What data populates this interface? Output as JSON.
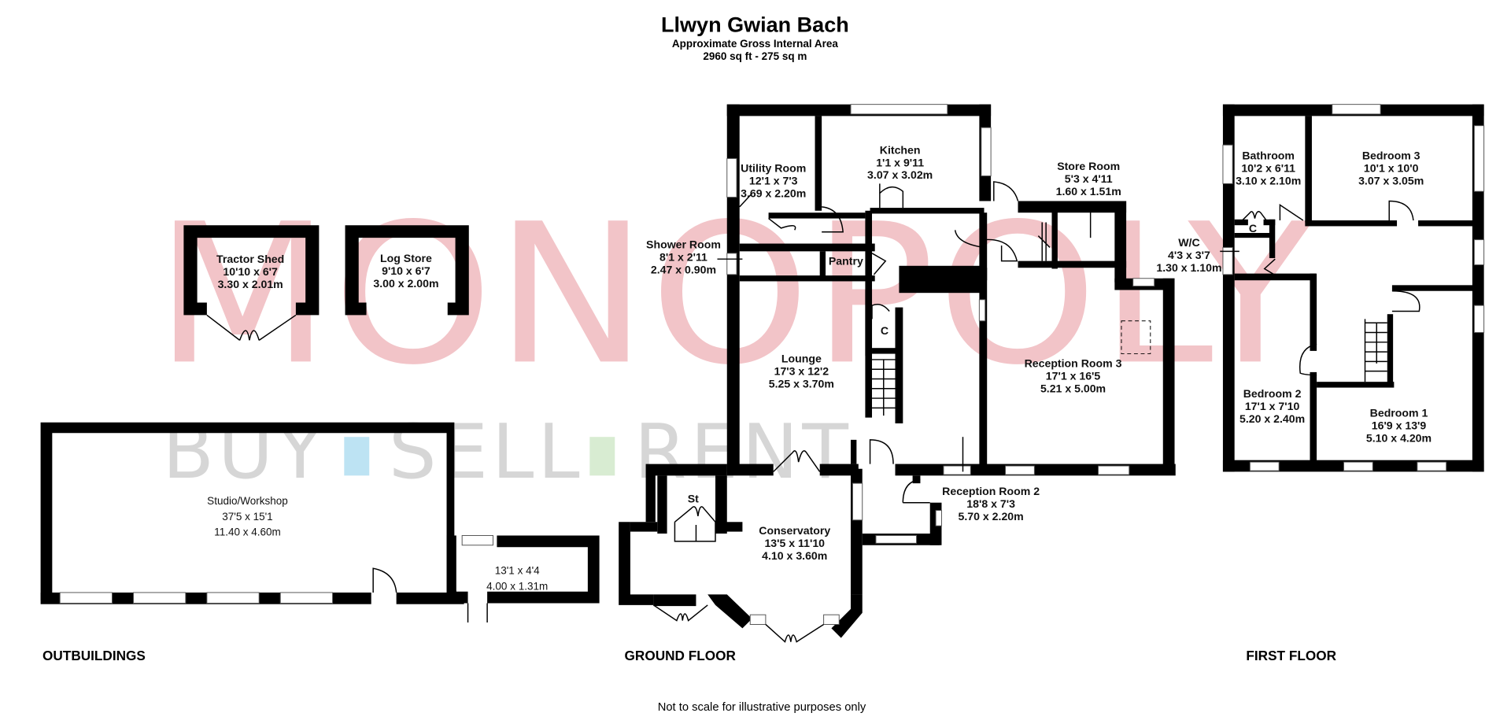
{
  "header": {
    "title": "Llwyn Gwian Bach",
    "subtitle": "Approximate Gross Internal Area",
    "area": "2960 sq ft - 275 sq m"
  },
  "watermark": {
    "brand": "MONOPOLY",
    "tagline_words": [
      "BUY",
      "SELL",
      "RENT"
    ],
    "brand_color": "#f2c4c8",
    "tagline_color": "#d6d6d6",
    "accent_blue": "#bde3f3",
    "accent_green": "#d8ecd2"
  },
  "floors": {
    "outbuildings": {
      "label": "OUTBUILDINGS",
      "rooms": [
        {
          "name": "Tractor Shed",
          "imperial": "10'10 x 6'7",
          "metric": "3.30 x 2.01m"
        },
        {
          "name": "Log Store",
          "imperial": "9'10 x 6'7",
          "metric": "3.00 x 2.00m"
        },
        {
          "name": "Studio/Workshop",
          "imperial": "37'5 x 15'1",
          "metric": "11.40 x 4.60m"
        },
        {
          "name": "",
          "imperial": "13'1 x 4'4",
          "metric": "4.00 x 1.31m"
        }
      ]
    },
    "ground": {
      "label": "GROUND FLOOR",
      "rooms": [
        {
          "name": "Utility Room",
          "imperial": "12'1 x 7'3",
          "metric": "3.69 x 2.20m"
        },
        {
          "name": "Kitchen",
          "imperial": "1'1 x 9'11",
          "metric": "3.07 x 3.02m"
        },
        {
          "name": "Store Room",
          "imperial": "5'3 x 4'11",
          "metric": "1.60 x 1.51m"
        },
        {
          "name": "Shower Room",
          "imperial": "8'1 x 2'11",
          "metric": "2.47 x 0.90m"
        },
        {
          "name": "Pantry"
        },
        {
          "name": "C"
        },
        {
          "name": "Lounge",
          "imperial": "17'3 x 12'2",
          "metric": "5.25 x 3.70m"
        },
        {
          "name": "Reception Room 3",
          "imperial": "17'1 x 16'5",
          "metric": "5.21 x 5.00m"
        },
        {
          "name": "Reception Room 2",
          "imperial": "18'8 x 7'3",
          "metric": "5.70 x 2.20m"
        },
        {
          "name": "St"
        },
        {
          "name": "Conservatory",
          "imperial": "13'5 x 11'10",
          "metric": "4.10 x 3.60m"
        }
      ]
    },
    "first": {
      "label": "FIRST FLOOR",
      "rooms": [
        {
          "name": "Bathroom",
          "imperial": "10'2 x 6'11",
          "metric": "3.10 x 2.10m"
        },
        {
          "name": "Bedroom 3",
          "imperial": "10'1 x 10'0",
          "metric": "3.07 x 3.05m"
        },
        {
          "name": "W/C",
          "imperial": "4'3 x 3'7",
          "metric": "1.30 x 1.10m"
        },
        {
          "name": "C"
        },
        {
          "name": "Bedroom 2",
          "imperial": "17'1 x 7'10",
          "metric": "5.20 x 2.40m"
        },
        {
          "name": "Bedroom 1",
          "imperial": "16'9 x 13'9",
          "metric": "5.10 x 4.20m"
        }
      ]
    }
  },
  "footer": {
    "note": "Not to scale for illustrative purposes only"
  }
}
